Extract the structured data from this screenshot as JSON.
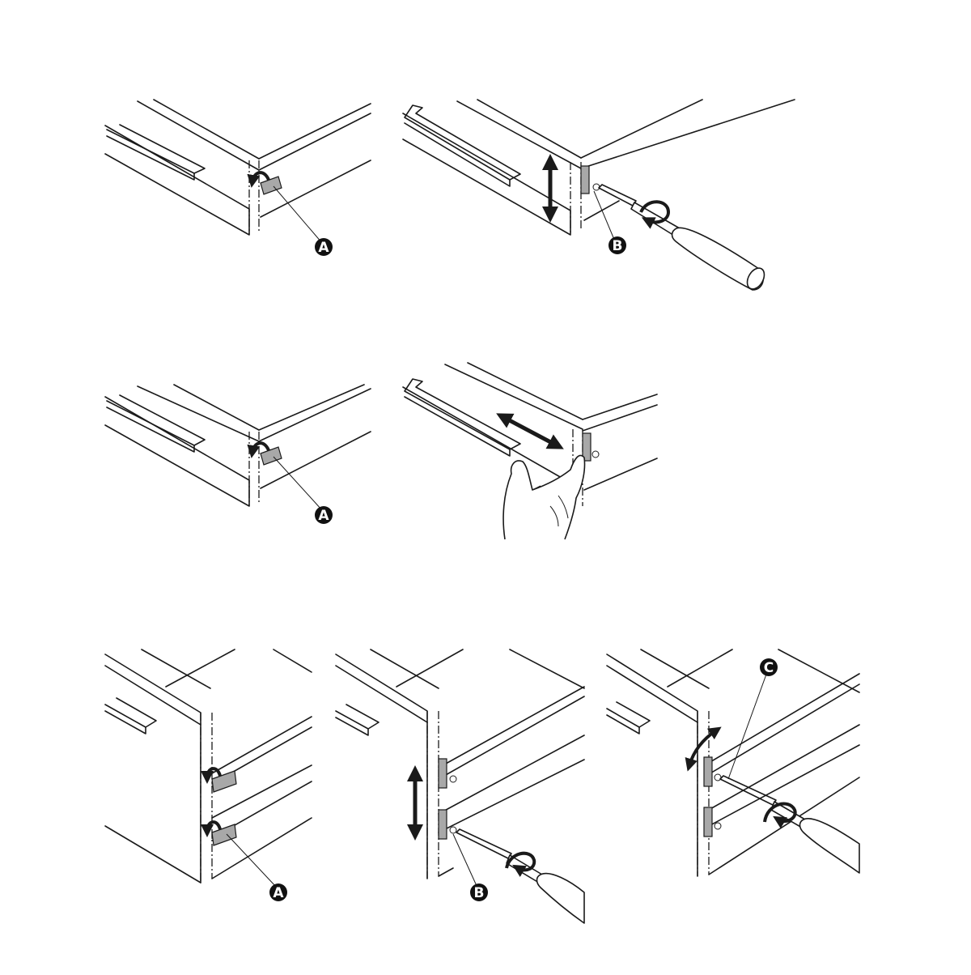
{
  "callouts": {
    "a": "A",
    "b": "B",
    "c": "C"
  },
  "icons": [
    "rotate-arrow-icon",
    "double-arrow-icon",
    "screwdriver-icon",
    "hand-icon"
  ]
}
